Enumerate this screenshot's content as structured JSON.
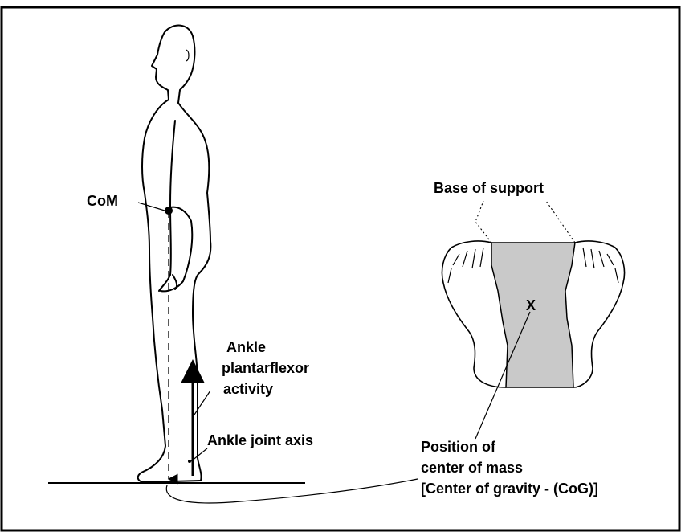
{
  "labels": {
    "com": "CoM",
    "base_of_support": "Base of support",
    "ankle_activity": [
      "Ankle",
      "plantarflexor",
      "activity"
    ],
    "ankle_axis": "Ankle joint axis",
    "position": [
      "Position of",
      "center of mass",
      "[Center of gravity - (CoG)]"
    ],
    "cog_marker": "X"
  },
  "colors": {
    "support_fill": "#c9c9c9",
    "ink": "#000000"
  }
}
